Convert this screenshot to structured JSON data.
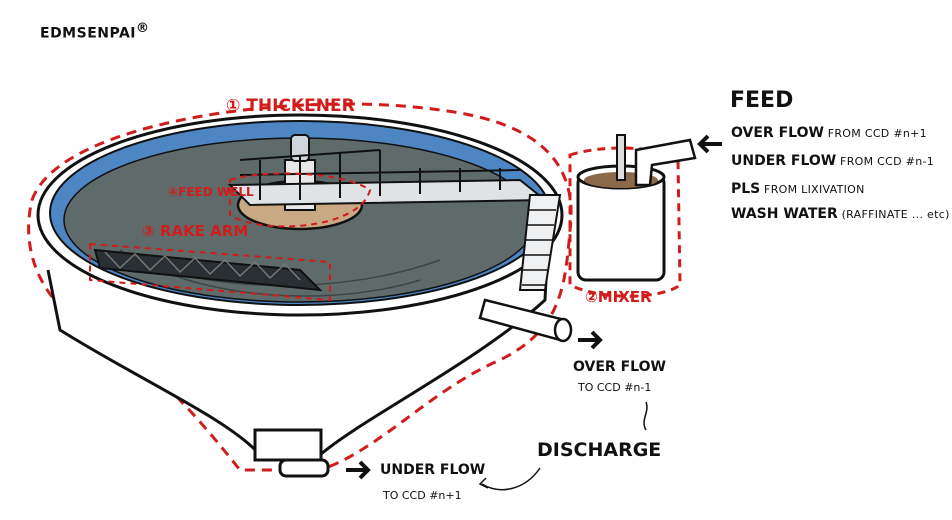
{
  "brand": "EDMSENPAI",
  "brand_mark": "®",
  "labels": {
    "thickener": "① THICKENER",
    "feed_well": "④FEED WELL",
    "rake_arm": "③ RAKE ARM",
    "mixer": "②MIXER"
  },
  "feed": {
    "title": "FEED",
    "rows": [
      {
        "bold": "OVER FLOW",
        "rest": " FROM CCD #n+1"
      },
      {
        "bold": "UNDER FLOW",
        "rest": " FROM CCD #n-1"
      },
      {
        "bold": "PLS",
        "rest": " FROM LIXIVATION"
      },
      {
        "bold": "WASH WATER",
        "rest": " (RAFFINATE ... etc)"
      }
    ]
  },
  "overflow": {
    "title": "OVER FLOW",
    "sub": "TO CCD #n-1"
  },
  "discharge": "DISCHARGE",
  "underflow": {
    "title": "UNDER FLOW",
    "sub": "TO CCD #n+1"
  },
  "colors": {
    "outline_red": "#d21c1c",
    "water": "#4e86c4",
    "sludge": "#5f6b6b",
    "liquid": "#8a6a4b"
  }
}
